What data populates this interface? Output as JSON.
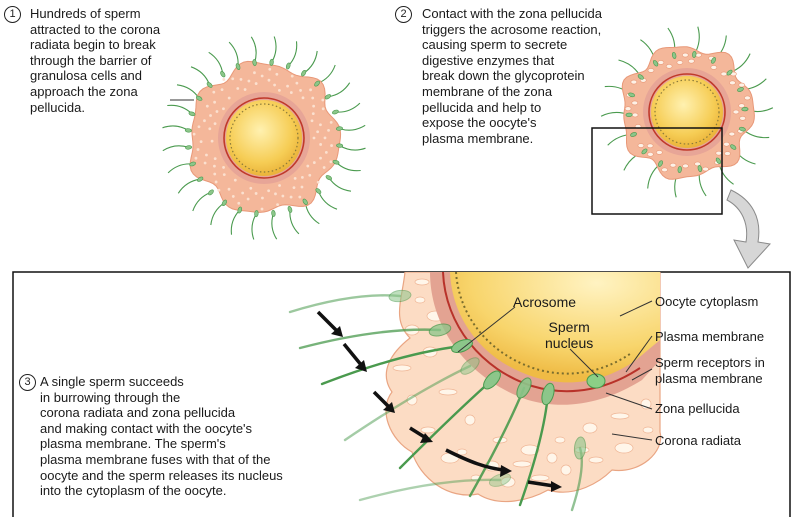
{
  "steps": [
    {
      "number": "1",
      "lines": [
        "Hundreds of sperm",
        "attracted to the corona",
        "radiata begin to break",
        "through the barrier of",
        "granulosa cells and",
        "approach the zona",
        "pellucida."
      ]
    },
    {
      "number": "2",
      "lines": [
        "Contact with the zona pellucida",
        "triggers the acrosome reaction,",
        "causing sperm to secrete",
        "digestive enzymes that",
        "break down the glycoprotein",
        "membrane of the zona",
        "pellucida and help to",
        "expose the oocyte's",
        "plasma membrane."
      ]
    },
    {
      "number": "3",
      "lines": [
        "A single sperm succeeds",
        "in burrowing through the",
        "corona radiata and zona pellucida",
        "and making contact with the oocyte's",
        "plasma membrane. The sperm's",
        "plasma membrane fuses with that of the",
        "oocyte and the sperm releases its nucleus",
        "into the cytoplasm of the oocyte."
      ]
    }
  ],
  "labels": {
    "acrosome": "Acrosome",
    "sperm_nucleus": [
      "Sperm",
      "nucleus"
    ],
    "oocyte_cytoplasm": "Oocyte cytoplasm",
    "plasma_membrane": "Plasma membrane",
    "sperm_receptors": [
      "Sperm receptors in",
      "plasma membrane"
    ],
    "zona_pellucida": "Zona pellucida",
    "corona_radiata": "Corona radiata"
  },
  "colors": {
    "corona": "#f4b79a",
    "corona_light": "#fce6d2",
    "zona": "#e0a095",
    "membrane": "#c0392b",
    "cytoplasm": "#f6c94e",
    "cytoplasm_light": "#fbe59a",
    "sperm_head": "#8cc68a",
    "sperm_tail": "#4a9a4e"
  }
}
